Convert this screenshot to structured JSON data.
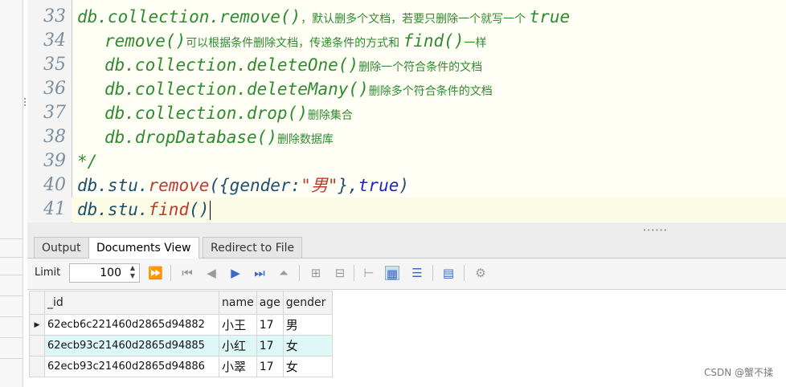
{
  "editor": {
    "lines": [
      {
        "num": "33",
        "segments": [
          {
            "text": "db.collection.remove()",
            "cls": "cm"
          },
          {
            "text": "，默认删多个文档，若要只删除一个就写一个 ",
            "cls": "cn"
          },
          {
            "text": "true",
            "cls": "cm"
          }
        ]
      },
      {
        "num": "34",
        "segments": [
          {
            "text": "remove()",
            "cls": "cm"
          },
          {
            "text": "可以根据条件删除文档，传递条件的方式和 ",
            "cls": "cn"
          },
          {
            "text": "find()",
            "cls": "cm"
          },
          {
            "text": "一样",
            "cls": "cn"
          }
        ]
      },
      {
        "num": "35",
        "segments": [
          {
            "text": "db.collection.deleteOne()",
            "cls": "cm"
          },
          {
            "text": "删除一个符合条件的文档",
            "cls": "cn"
          }
        ]
      },
      {
        "num": "36",
        "segments": [
          {
            "text": "db.collection.deleteMany()",
            "cls": "cm"
          },
          {
            "text": "删除多个符合条件的文档",
            "cls": "cn"
          }
        ]
      },
      {
        "num": "37",
        "segments": [
          {
            "text": "db.collection.drop()",
            "cls": "cm"
          },
          {
            "text": "删除集合",
            "cls": "cn"
          }
        ]
      },
      {
        "num": "38",
        "segments": [
          {
            "text": "db.dropDatabase()",
            "cls": "cm"
          },
          {
            "text": "删除数据库",
            "cls": "cn"
          }
        ]
      },
      {
        "num": "39",
        "segments": [
          {
            "text": "*/",
            "cls": "cm"
          }
        ]
      },
      {
        "num": "40",
        "segments": [
          {
            "text": "db.stu.",
            "cls": "t-db"
          },
          {
            "text": "remove",
            "cls": "t-fn"
          },
          {
            "text": "({",
            "cls": "t-db"
          },
          {
            "text": "gender:",
            "cls": "t-key"
          },
          {
            "text": "\"男\"",
            "cls": "t-str"
          },
          {
            "text": "},",
            "cls": "t-db"
          },
          {
            "text": "true",
            "cls": "t-bool"
          },
          {
            "text": ")",
            "cls": "t-db"
          }
        ]
      },
      {
        "num": "41",
        "segments": [
          {
            "text": "db.stu.",
            "cls": "t-db"
          },
          {
            "text": "find",
            "cls": "t-fn"
          },
          {
            "text": "()",
            "cls": "t-db"
          }
        ]
      }
    ]
  },
  "tabs": [
    {
      "label": "Output"
    },
    {
      "label": "Documents View"
    },
    {
      "label": "Redirect to File"
    }
  ],
  "toolbar": {
    "limit_label": "Limit",
    "limit_value": "100"
  },
  "grid": {
    "columns": [
      "_id",
      "name",
      "age",
      "gender"
    ],
    "rows": [
      {
        "_id": "62ecb6c221460d2865d94882",
        "name": "小王",
        "age": "17",
        "gender": "男"
      },
      {
        "_id": "62ecb93c21460d2865d94885",
        "name": "小红",
        "age": "17",
        "gender": "女"
      },
      {
        "_id": "62ecb93c21460d2865d94886",
        "name": "小翠",
        "age": "17",
        "gender": "女"
      }
    ]
  },
  "watermark": "CSDN @蟹不揉"
}
